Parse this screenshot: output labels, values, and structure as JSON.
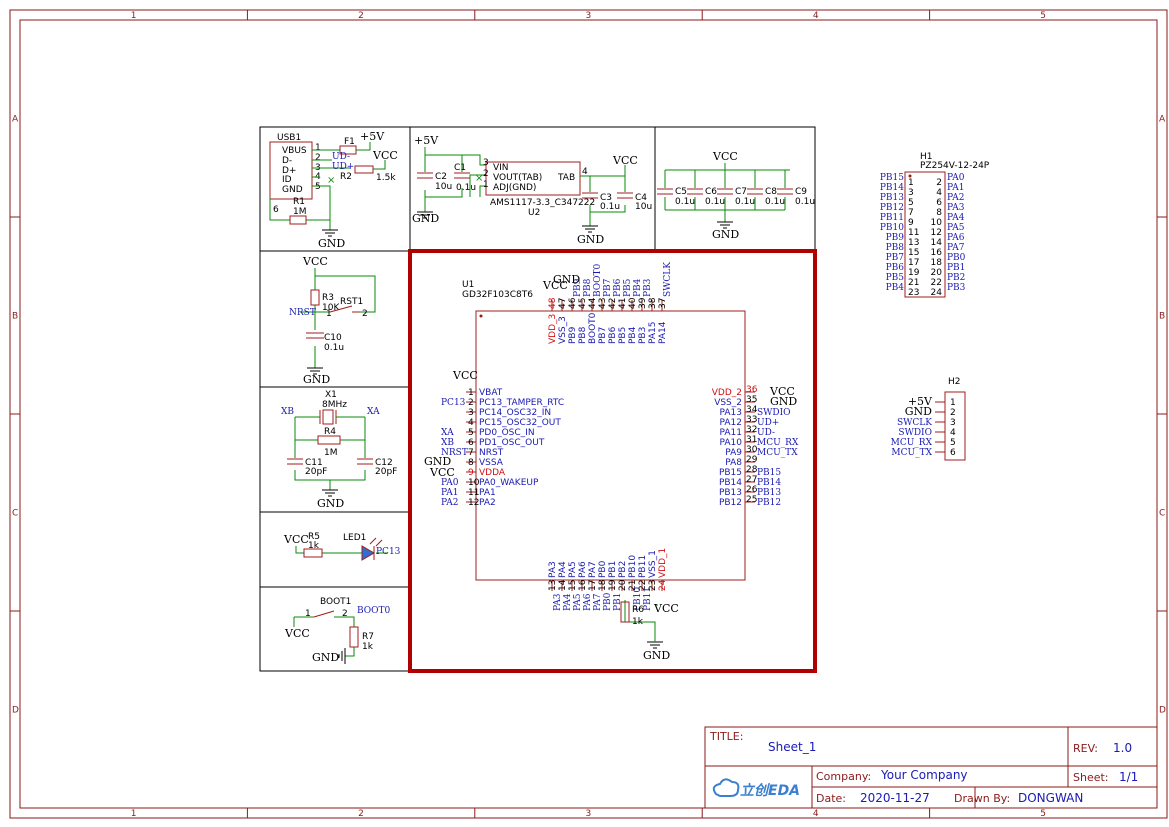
{
  "frame": {
    "columns": [
      "1",
      "2",
      "3",
      "4",
      "5"
    ],
    "rows": [
      "A",
      "B",
      "C",
      "D"
    ]
  },
  "title_block": {
    "title_label": "TITLE:",
    "title": "Sheet_1",
    "rev_label": "REV:",
    "rev": "1.0",
    "company_label": "Company:",
    "company": "Your Company",
    "sheet_label": "Sheet:",
    "sheet": "1/1",
    "date_label": "Date:",
    "date": "2020-11-27",
    "drawn_label": "Drawn By:",
    "drawn_by": "DONGWAN",
    "logo_text": "立创EDA"
  },
  "usb": {
    "designator": "USB1",
    "pins": [
      "VBUS",
      "D-",
      "D+",
      "ID",
      "GND"
    ],
    "pin_numbers": [
      "1",
      "2",
      "3",
      "4",
      "5",
      "6"
    ],
    "f1": "F1",
    "r1": "R1",
    "r1_val": "1M",
    "r2": "R2",
    "r2_val": "1.5k",
    "ud_minus": "UD-",
    "ud_plus": "UD+"
  },
  "reg": {
    "designator": "U2",
    "part": "AMS1117-3.3_C347222",
    "pins": [
      "VIN",
      "VOUT(TAB)",
      "ADJ(GND)",
      "TAB"
    ],
    "pin_numbers": [
      "3",
      "2",
      "1",
      "4"
    ],
    "c1": "C1",
    "c1_val": "0.1u",
    "c2": "C2",
    "c2_val": "10u",
    "c3": "C3",
    "c3_val": "0.1u",
    "c4": "C4",
    "c4_val": "10u"
  },
  "decoupling": {
    "caps": [
      {
        "ref": "C5",
        "val": "0.1u"
      },
      {
        "ref": "C6",
        "val": "0.1u"
      },
      {
        "ref": "C7",
        "val": "0.1u"
      },
      {
        "ref": "C8",
        "val": "0.1u"
      },
      {
        "ref": "C9",
        "val": "0.1u"
      }
    ]
  },
  "reset": {
    "r3": "R3",
    "r3_val": "10K",
    "sw": "RST1",
    "c10": "C10",
    "c10_val": "0.1u",
    "net": "NRST",
    "pin1": "1",
    "pin2": "2"
  },
  "crystal": {
    "x1": "X1",
    "x1_val": "8MHz",
    "r4": "R4",
    "r4_val": "1M",
    "c11": "C11",
    "c11_val": "20pF",
    "c12": "C12",
    "c12_val": "20pF",
    "xb": "XB",
    "xa": "XA"
  },
  "led": {
    "r5": "R5",
    "r5_val": "1k",
    "led": "LED1",
    "net": "PC13"
  },
  "boot": {
    "sw": "BOOT1",
    "r7": "R7",
    "r7_val": "1k",
    "net": "BOOT0",
    "pin1": "1",
    "pin2": "2"
  },
  "power": {
    "vcc": "VCC",
    "p5v": "+5V",
    "gnd": "GND"
  },
  "mcu": {
    "designator": "U1",
    "part": "GD32F103C8T6",
    "top_pins": [
      {
        "n": "48",
        "name": "VDD_3",
        "red": true
      },
      {
        "n": "47",
        "name": "VSS_3",
        "red": false
      },
      {
        "n": "46",
        "name": "PB9",
        "red": false
      },
      {
        "n": "45",
        "name": "PB8",
        "red": false
      },
      {
        "n": "44",
        "name": "BOOT0",
        "red": false
      },
      {
        "n": "43",
        "name": "PB7",
        "red": false
      },
      {
        "n": "42",
        "name": "PB6",
        "red": false
      },
      {
        "n": "41",
        "name": "PB5",
        "red": false
      },
      {
        "n": "40",
        "name": "PB4",
        "red": false
      },
      {
        "n": "39",
        "name": "PB3",
        "red": false
      },
      {
        "n": "38",
        "name": "PA15",
        "red": false
      },
      {
        "n": "37",
        "name": "PA14",
        "red": false
      }
    ],
    "top_nets": [
      "",
      "",
      "PB9",
      "PB8",
      "BOOT0",
      "PB7",
      "PB6",
      "PB5",
      "PB4",
      "PB3",
      "",
      "SWCLK"
    ],
    "left_pins": [
      {
        "n": "1",
        "name": "VBAT",
        "red": false
      },
      {
        "n": "2",
        "name": "PC13_TAMPER_RTC",
        "red": false
      },
      {
        "n": "3",
        "name": "PC14_OSC32_IN",
        "red": false
      },
      {
        "n": "4",
        "name": "PC15_OSC32_OUT",
        "red": false
      },
      {
        "n": "5",
        "name": "PD0_OSC_IN",
        "red": false
      },
      {
        "n": "6",
        "name": "PD1_OSC_OUT",
        "red": false
      },
      {
        "n": "7",
        "name": "NRST",
        "red": false
      },
      {
        "n": "8",
        "name": "VSSA",
        "red": false
      },
      {
        "n": "9",
        "name": "VDDA",
        "red": true
      },
      {
        "n": "10",
        "name": "PA0_WAKEUP",
        "red": false
      },
      {
        "n": "11",
        "name": "PA1",
        "red": false
      },
      {
        "n": "12",
        "name": "PA2",
        "red": false
      }
    ],
    "left_nets": [
      "",
      "PC13",
      "",
      "",
      "XA",
      "XB",
      "NRST",
      "",
      "",
      "PA0",
      "PA1",
      "PA2"
    ],
    "right_pins": [
      {
        "n": "36",
        "name": "VDD_2",
        "red": true
      },
      {
        "n": "35",
        "name": "VSS_2",
        "red": false
      },
      {
        "n": "34",
        "name": "PA13",
        "red": false
      },
      {
        "n": "33",
        "name": "PA12",
        "red": false
      },
      {
        "n": "32",
        "name": "PA11",
        "red": false
      },
      {
        "n": "31",
        "name": "PA10",
        "red": false
      },
      {
        "n": "30",
        "name": "PA9",
        "red": false
      },
      {
        "n": "29",
        "name": "PA8",
        "red": false
      },
      {
        "n": "28",
        "name": "PB15",
        "red": false
      },
      {
        "n": "27",
        "name": "PB14",
        "red": false
      },
      {
        "n": "26",
        "name": "PB13",
        "red": false
      },
      {
        "n": "25",
        "name": "PB12",
        "red": false
      }
    ],
    "right_nets": [
      "",
      "",
      "SWDIO",
      "UD+",
      "UD-",
      "MCU_RX",
      "MCU_TX",
      "",
      "PB15",
      "PB14",
      "PB13",
      "PB12"
    ],
    "bottom_pins": [
      {
        "n": "13",
        "name": "PA3",
        "red": false
      },
      {
        "n": "14",
        "name": "PA4",
        "red": false
      },
      {
        "n": "15",
        "name": "PA5",
        "red": false
      },
      {
        "n": "16",
        "name": "PA6",
        "red": false
      },
      {
        "n": "17",
        "name": "PA7",
        "red": false
      },
      {
        "n": "18",
        "name": "PB0",
        "red": false
      },
      {
        "n": "19",
        "name": "PB1",
        "red": false
      },
      {
        "n": "20",
        "name": "PB2",
        "red": false
      },
      {
        "n": "21",
        "name": "PB10",
        "red": false
      },
      {
        "n": "22",
        "name": "PB11",
        "red": false
      },
      {
        "n": "23",
        "name": "VSS_1",
        "red": false
      },
      {
        "n": "24",
        "name": "VDD_1",
        "red": true
      }
    ],
    "bottom_nets": [
      "PA3",
      "PA4",
      "PA5",
      "PA6",
      "PA7",
      "PB0",
      "PB1",
      "",
      "PB10",
      "PB11",
      "",
      ""
    ],
    "r6": "R6",
    "r6_val": "1k"
  },
  "h1": {
    "designator": "H1",
    "part": "PZ254V-12-24P",
    "rows": [
      {
        "l": "PB15",
        "a": "1",
        "b": "2",
        "r": "PA0"
      },
      {
        "l": "PB14",
        "a": "3",
        "b": "4",
        "r": "PA1"
      },
      {
        "l": "PB13",
        "a": "5",
        "b": "6",
        "r": "PA2"
      },
      {
        "l": "PB12",
        "a": "7",
        "b": "8",
        "r": "PA3"
      },
      {
        "l": "PB11",
        "a": "9",
        "b": "10",
        "r": "PA4"
      },
      {
        "l": "PB10",
        "a": "11",
        "b": "12",
        "r": "PA5"
      },
      {
        "l": "PB9",
        "a": "13",
        "b": "14",
        "r": "PA6"
      },
      {
        "l": "PB8",
        "a": "15",
        "b": "16",
        "r": "PA7"
      },
      {
        "l": "PB7",
        "a": "17",
        "b": "18",
        "r": "PB0"
      },
      {
        "l": "PB6",
        "a": "19",
        "b": "20",
        "r": "PB1"
      },
      {
        "l": "PB5",
        "a": "21",
        "b": "22",
        "r": "PB2"
      },
      {
        "l": "PB4",
        "a": "23",
        "b": "24",
        "r": "PB3"
      }
    ]
  },
  "h2": {
    "designator": "H2",
    "rows": [
      {
        "l": "+5V",
        "n": "1"
      },
      {
        "l": "GND",
        "n": "2"
      },
      {
        "l": "SWCLK",
        "n": "3"
      },
      {
        "l": "SWDIO",
        "n": "4"
      },
      {
        "l": "MCU_RX",
        "n": "5"
      },
      {
        "l": "MCU_TX",
        "n": "6"
      }
    ]
  }
}
